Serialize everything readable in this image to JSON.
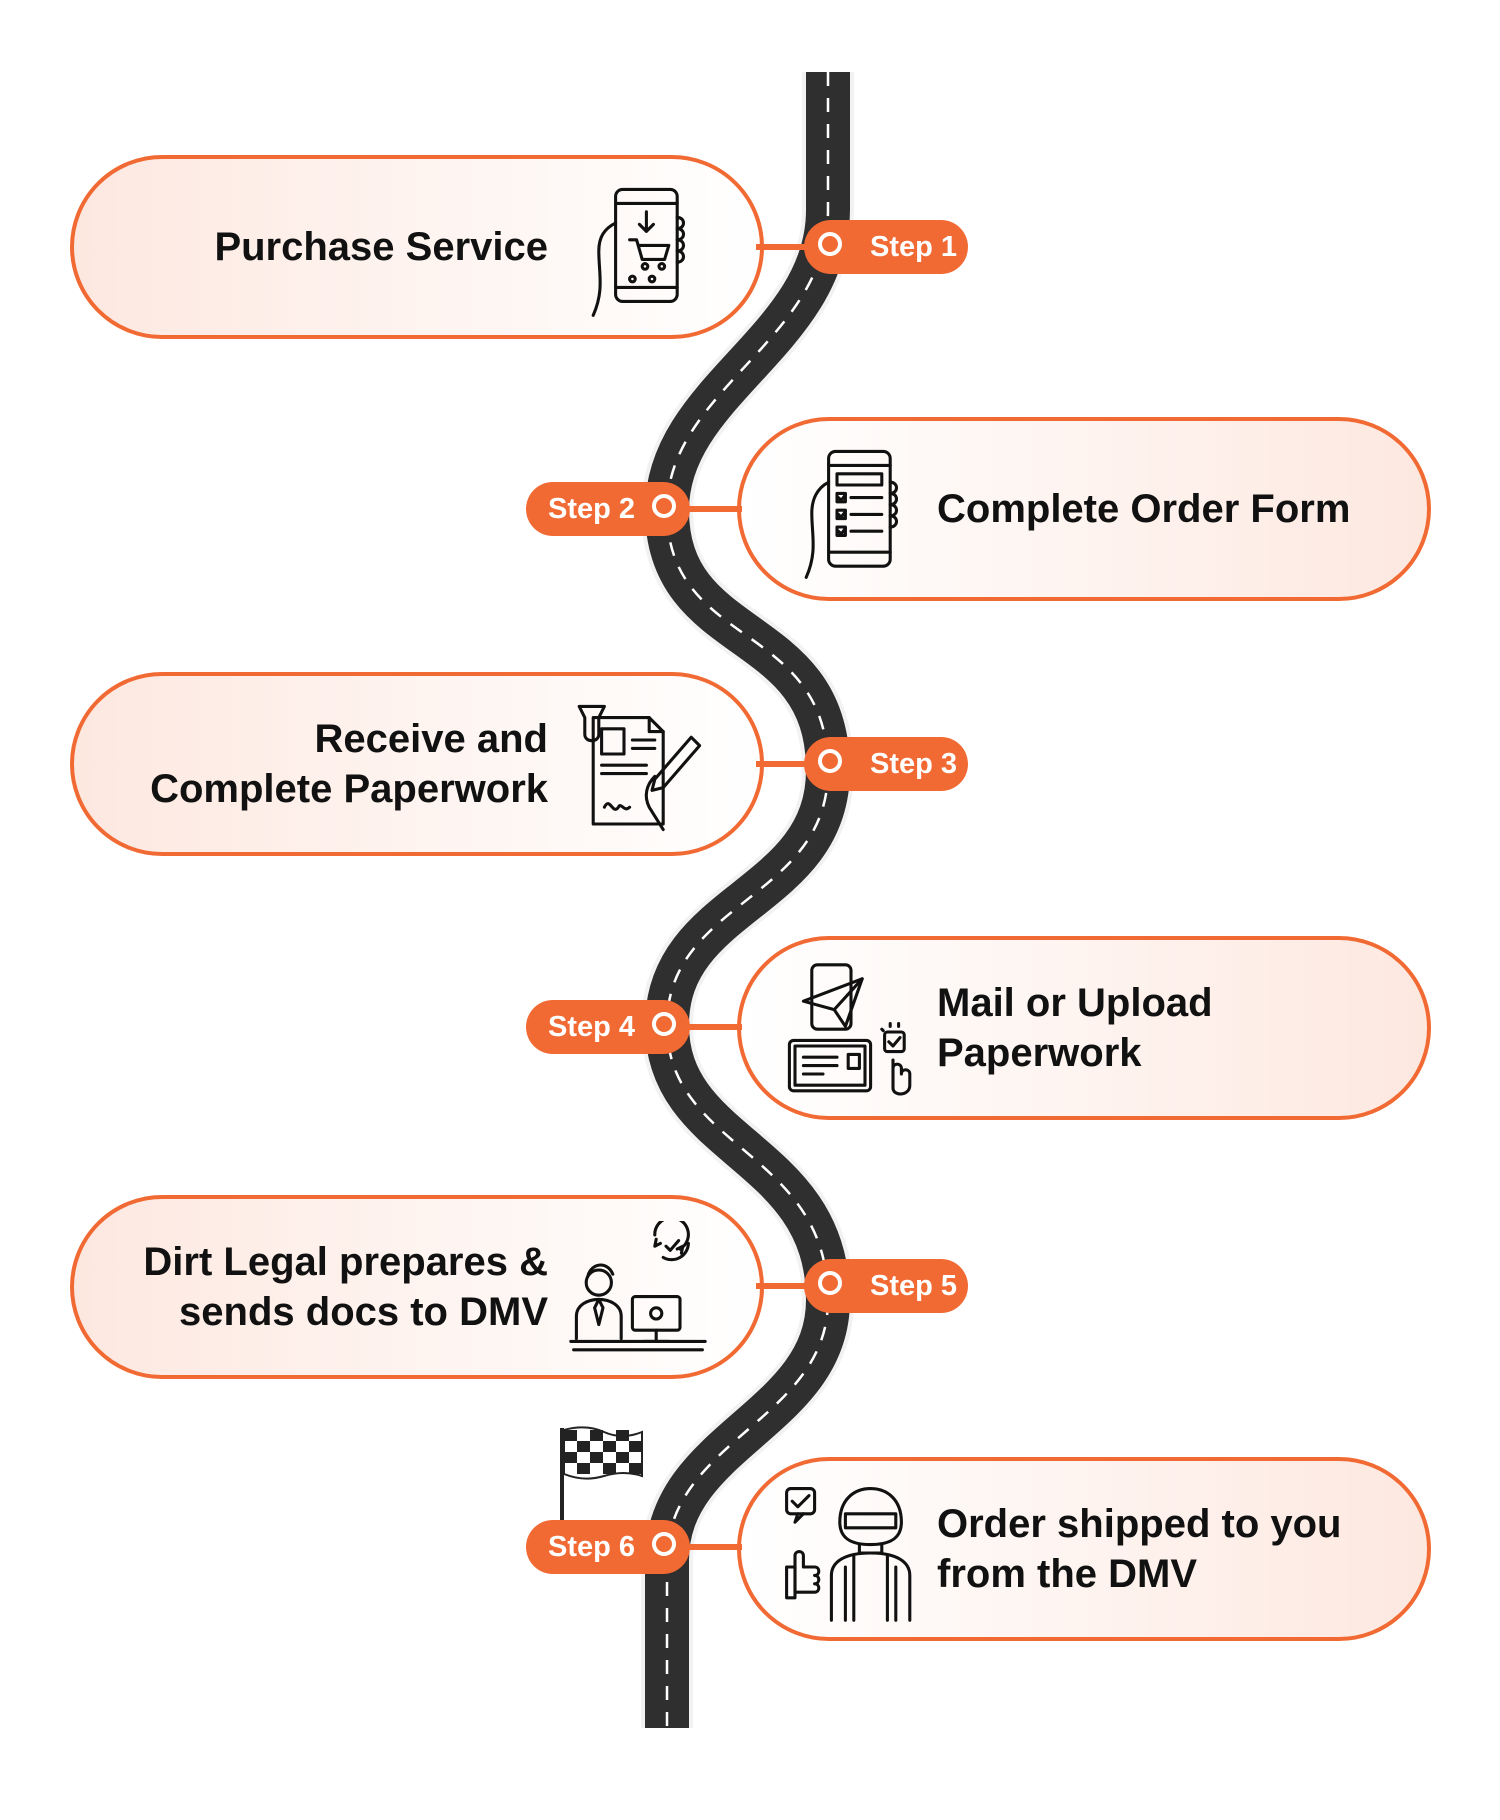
{
  "steps": [
    {
      "label": "Step 1",
      "text": [
        "Purchase Service"
      ],
      "icon": "phone-shopping-cart-icon"
    },
    {
      "label": "Step 2",
      "text": [
        "Complete Order Form"
      ],
      "icon": "phone-checklist-form-icon"
    },
    {
      "label": "Step 3",
      "text": [
        "Receive and",
        "Complete Paperwork"
      ],
      "icon": "document-signing-icon"
    },
    {
      "label": "Step 4",
      "text": [
        "Mail or Upload",
        "Paperwork"
      ],
      "icon": "mail-upload-icon"
    },
    {
      "label": "Step 5",
      "text": [
        "Dirt Legal prepares &",
        "sends docs to DMV"
      ],
      "icon": "person-computer-icon"
    },
    {
      "label": "Step 6",
      "text": [
        "Order shipped to you",
        "from the DMV"
      ],
      "icon": "rider-thumbs-up-icon"
    }
  ],
  "decorations": {
    "road": "winding-road-icon",
    "finish": "checkered-flag-icon"
  },
  "colors": {
    "accent": "#f26a33",
    "card_fill": "#fde8e0",
    "road": "#2f2f2f",
    "text": "#111111"
  }
}
